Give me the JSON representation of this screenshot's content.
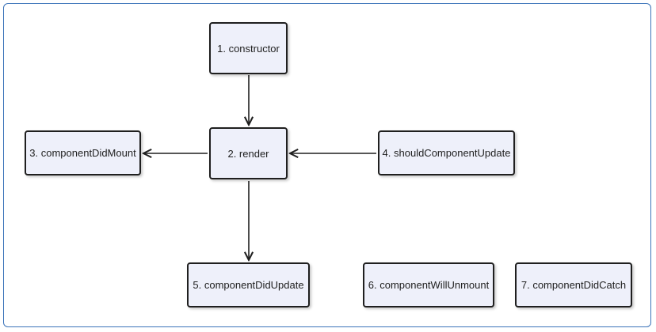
{
  "nodes": {
    "constructor": "1. constructor",
    "render": "2. render",
    "component_did_mount": "3. componentDidMount",
    "should_component_update": "4. shouldComponentUpdate",
    "component_did_update": "5. componentDidUpdate",
    "component_will_unmount": "6. componentWillUnmount",
    "component_did_catch": "7. componentDidCatch"
  },
  "edges": [
    {
      "from": "1. constructor",
      "to": "2. render"
    },
    {
      "from": "2. render",
      "to": "3. componentDidMount"
    },
    {
      "from": "4. shouldComponentUpdate",
      "to": "2. render"
    },
    {
      "from": "2. render",
      "to": "5. componentDidUpdate"
    }
  ],
  "colors": {
    "node_fill": "#eef0fa",
    "node_border": "#1f1f1f",
    "frame_border": "#3b73b9",
    "edge": "#1f1f1f"
  }
}
